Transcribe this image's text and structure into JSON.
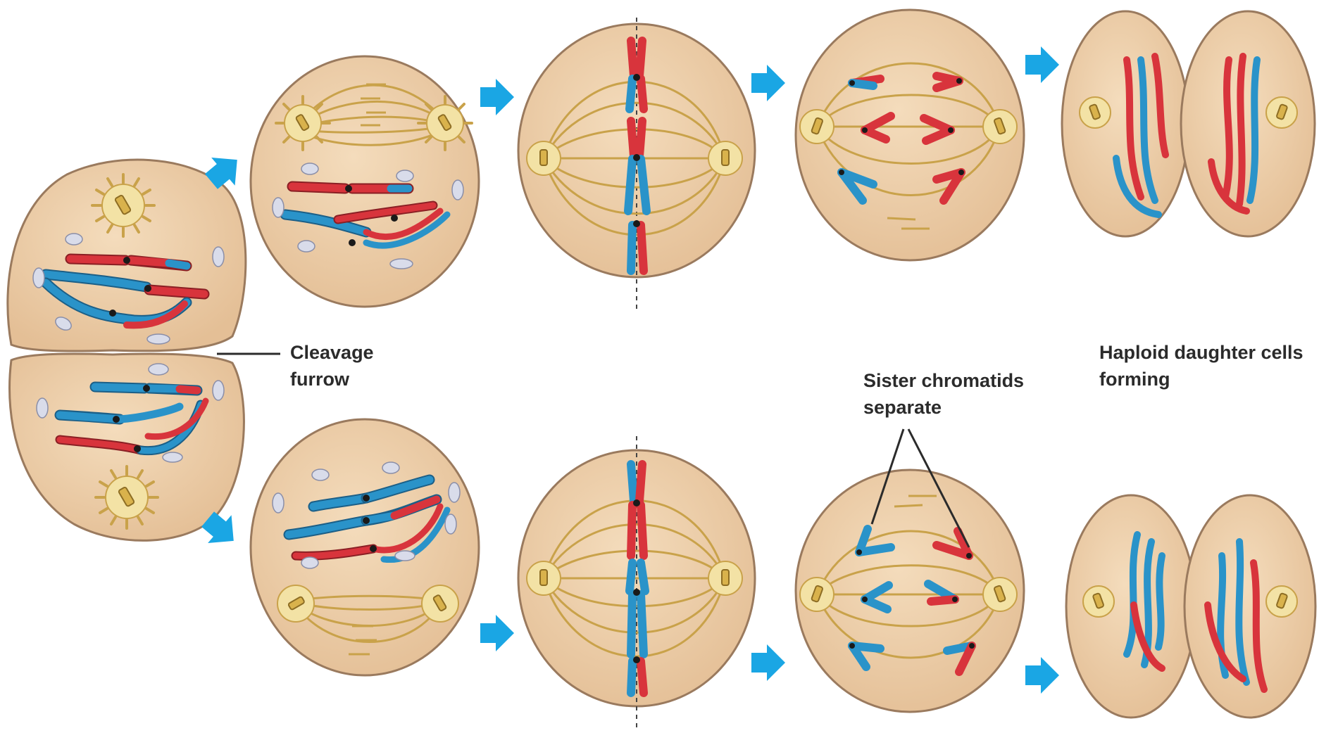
{
  "labels": {
    "cleavage": {
      "line1": "Cleavage",
      "line2": "furrow"
    },
    "sister": {
      "line1": "Sister chromatids",
      "line2": "separate"
    },
    "haploid": {
      "line1": "Haploid daughter cells",
      "line2": "forming"
    }
  },
  "colors": {
    "cell_fill": "#ebc9a3",
    "cell_stroke": "#9a7a5e",
    "spindle": "#c9a24a",
    "chromosome_red": "#d8343c",
    "chromosome_blue": "#2a93c9",
    "arrow": "#1aa6e4",
    "centromere": "#1a1a1a",
    "vesicle": "#d9dcea"
  }
}
